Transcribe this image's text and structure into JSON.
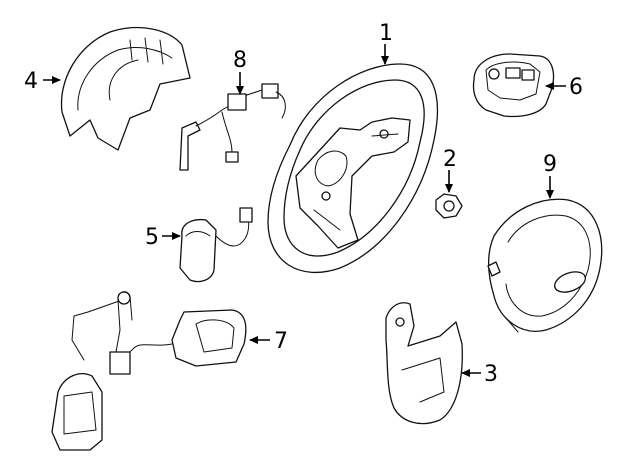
{
  "callouts": [
    {
      "number": "1"
    },
    {
      "number": "2"
    },
    {
      "number": "3"
    },
    {
      "number": "4"
    },
    {
      "number": "5"
    },
    {
      "number": "6"
    },
    {
      "number": "7"
    },
    {
      "number": "8"
    },
    {
      "number": "9"
    }
  ],
  "colors": {
    "line": "#111111",
    "background": "#ffffff"
  }
}
